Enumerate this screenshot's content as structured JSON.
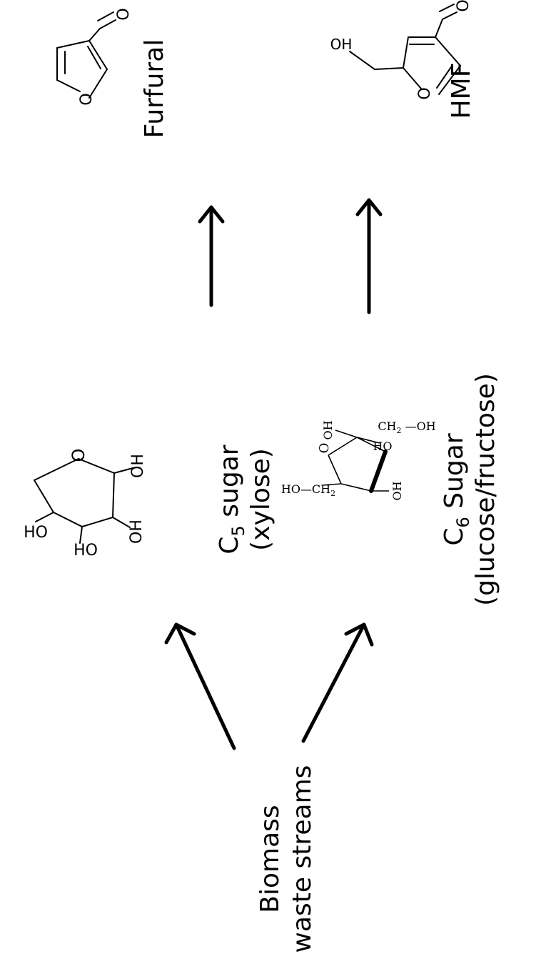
{
  "labels": {
    "biomass_line1": "Biomass",
    "biomass_line2": "waste streams",
    "c5_prefix": "C",
    "c5_sub": "5",
    "c5_suffix": " sugar",
    "c5_name": "(xylose)",
    "c6_prefix": "C",
    "c6_sub": "6",
    "c6_suffix": " Sugar",
    "c6_name": "(glucose/fructose)",
    "furfural": "Furfural",
    "hmf": "HMF"
  },
  "atoms": {
    "o": "O",
    "oh": "OH",
    "ho": "HO",
    "ch2": "CH",
    "two": "2",
    "ho_ch2": "HO—CH",
    "ch2_oh_prefix": "CH",
    "ch2_oh_suffix": " —OH"
  }
}
